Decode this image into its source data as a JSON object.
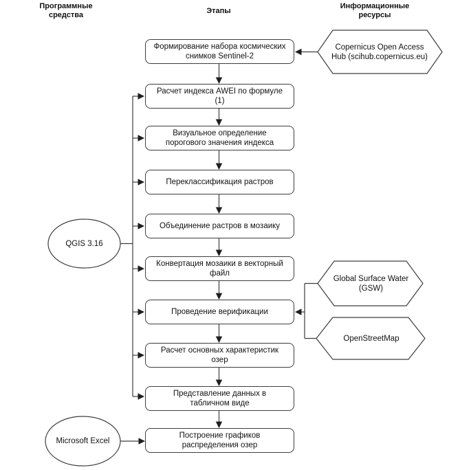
{
  "columns": {
    "software": {
      "header": "Программные\nсредства"
    },
    "stages": {
      "header": "Этапы"
    },
    "resources": {
      "header": "Информационные\nресурсы"
    }
  },
  "stages": [
    {
      "id": "stage-1",
      "label": "Формирование набора космических\nснимков Sentinel-2"
    },
    {
      "id": "stage-2",
      "label": "Расчет индекса AWEI по формуле\n(1)"
    },
    {
      "id": "stage-3",
      "label": "Визуальное определение\nпорогового значения индекса"
    },
    {
      "id": "stage-4",
      "label": "Переклассификация растров"
    },
    {
      "id": "stage-5",
      "label": "Объединение растров в мозаику"
    },
    {
      "id": "stage-6",
      "label": "Конвертация мозаики в векторный\nфайл"
    },
    {
      "id": "stage-7",
      "label": "Проведение верификации"
    },
    {
      "id": "stage-8",
      "label": "Расчет основных характеристик\nозер"
    },
    {
      "id": "stage-9",
      "label": "Представление данных в\nтабличном виде"
    },
    {
      "id": "stage-10",
      "label": "Построение графиков\nраспределения озер"
    }
  ],
  "software": [
    {
      "id": "qgis",
      "label": "QGIS 3.16"
    },
    {
      "id": "excel",
      "label": "Microsoft Excel"
    }
  ],
  "resources": [
    {
      "id": "copernicus-hub",
      "label": "Copernicus Open Access\nHub (scihub.copernicus.eu)"
    },
    {
      "id": "gsw",
      "label": "Global Surface Water\n(GSW)"
    },
    {
      "id": "osm",
      "label": "OpenStreetMap"
    }
  ],
  "edges": [
    {
      "from": "copernicus-hub",
      "to": "stage-1"
    },
    {
      "from": "stage-1",
      "to": "stage-2"
    },
    {
      "from": "stage-2",
      "to": "stage-3"
    },
    {
      "from": "stage-3",
      "to": "stage-4"
    },
    {
      "from": "stage-4",
      "to": "stage-5"
    },
    {
      "from": "stage-5",
      "to": "stage-6"
    },
    {
      "from": "stage-6",
      "to": "stage-7"
    },
    {
      "from": "stage-7",
      "to": "stage-8"
    },
    {
      "from": "stage-8",
      "to": "stage-9"
    },
    {
      "from": "stage-9",
      "to": "stage-10"
    },
    {
      "from": "qgis",
      "to": "stage-2"
    },
    {
      "from": "qgis",
      "to": "stage-3"
    },
    {
      "from": "qgis",
      "to": "stage-4"
    },
    {
      "from": "qgis",
      "to": "stage-5"
    },
    {
      "from": "qgis",
      "to": "stage-6"
    },
    {
      "from": "qgis",
      "to": "stage-7"
    },
    {
      "from": "qgis",
      "to": "stage-8"
    },
    {
      "from": "qgis",
      "to": "stage-9"
    },
    {
      "from": "gsw",
      "to": "stage-7"
    },
    {
      "from": "osm",
      "to": "stage-7"
    },
    {
      "from": "excel",
      "to": "stage-10"
    }
  ],
  "colors": {
    "stroke": "#3d3d3d",
    "arrow": "#1f1f1f",
    "text": "#111111",
    "background": "#ffffff"
  }
}
